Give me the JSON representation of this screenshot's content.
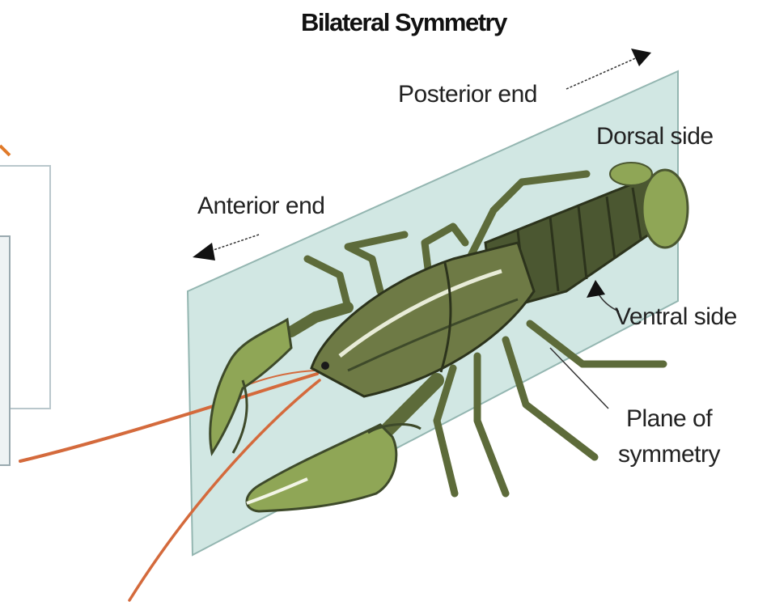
{
  "title": "Bilateral Symmetry",
  "labels": {
    "posterior": "Posterior end",
    "dorsal": "Dorsal side",
    "anterior": "Anterior end",
    "ventral": "Ventral side",
    "plane_line1": "Plane of",
    "plane_line2": "symmetry"
  },
  "colors": {
    "plane_fill": "#cfe6e2",
    "plane_edge": "#8fb3ad",
    "body_dark": "#3e4a2a",
    "body_mid": "#6e7a45",
    "claw_green": "#8fa656",
    "antenna": "#d46a3c",
    "label_text": "#222222"
  }
}
